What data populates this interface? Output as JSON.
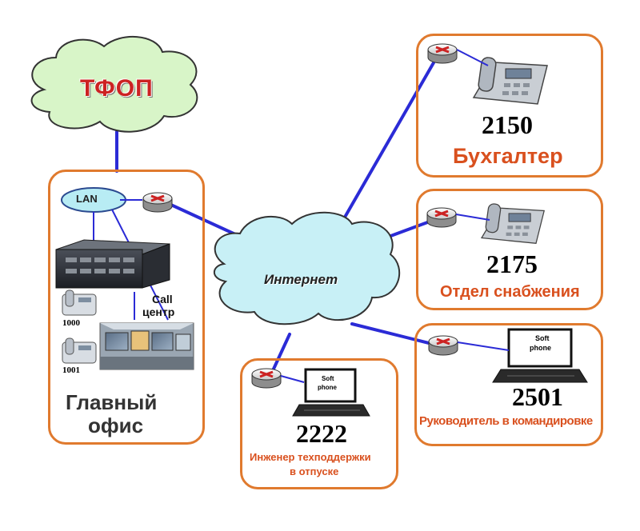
{
  "pstn": {
    "label": "ТФОП"
  },
  "internet": {
    "label": "Интернет"
  },
  "main_office": {
    "title_line1": "Главный",
    "title_line2": "офис",
    "lan_label": "LAN",
    "call_center_line1": "Call",
    "call_center_line2": "центр",
    "phones": [
      {
        "number": "1000"
      },
      {
        "number": "1001"
      }
    ]
  },
  "nodes": [
    {
      "number": "2150",
      "role": "Бухгалтер",
      "device": "ip-phone"
    },
    {
      "number": "2175",
      "role": "Отдел снабжения",
      "device": "ip-phone"
    },
    {
      "number": "2501",
      "role": "Руководитель в командировке",
      "device": "soft-phone",
      "device_label_1": "Soft",
      "device_label_2": "phone"
    },
    {
      "number": "2222",
      "role_line1": "Инженер техподдержки",
      "role_line2": "в отпуске",
      "device": "soft-phone",
      "device_label_1": "Soft",
      "device_label_2": "phone"
    }
  ],
  "colors": {
    "box_border": "#e07a2e",
    "link": "#2b2bd6",
    "cloud_fill": "#c8f0f6",
    "pstn_cloud_fill": "#d8f5c8",
    "router": "#cc2222",
    "role_text": "#d9501e"
  }
}
